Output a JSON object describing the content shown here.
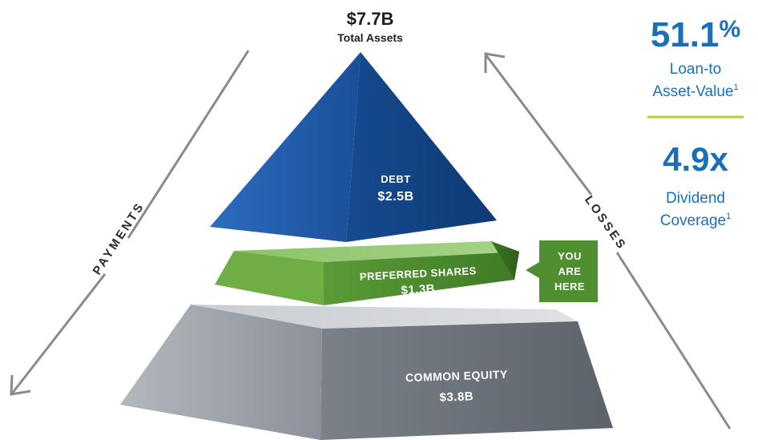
{
  "header": {
    "total_value": "$7.7B",
    "total_label": "Total Assets"
  },
  "tiers": {
    "debt": {
      "label": "DEBT",
      "value": "$2.5B"
    },
    "preferred": {
      "label": "PREFERRED SHARES",
      "value": "$1.3B"
    },
    "common": {
      "label": "COMMON EQUITY",
      "value": "$3.8B"
    }
  },
  "callout": {
    "line1": "YOU",
    "line2": "ARE",
    "line3": "HERE"
  },
  "arrows": {
    "left_label": "PAYMENTS",
    "right_label": "LOSSES"
  },
  "metrics": [
    {
      "value": "51.1",
      "unit": "%",
      "line1": "Loan-to",
      "line2": "Asset-Value",
      "footnote": "1"
    },
    {
      "value": "4.9x",
      "line1": "Dividend",
      "line2": "Coverage",
      "footnote": "1"
    }
  ],
  "colors": {
    "debt": "#1e5aa8",
    "preferred": "#4f8f2f",
    "common": "#8a9098",
    "metric": "#1a6fb8",
    "divider": "#b5cf2e",
    "arrow": "#888888"
  }
}
